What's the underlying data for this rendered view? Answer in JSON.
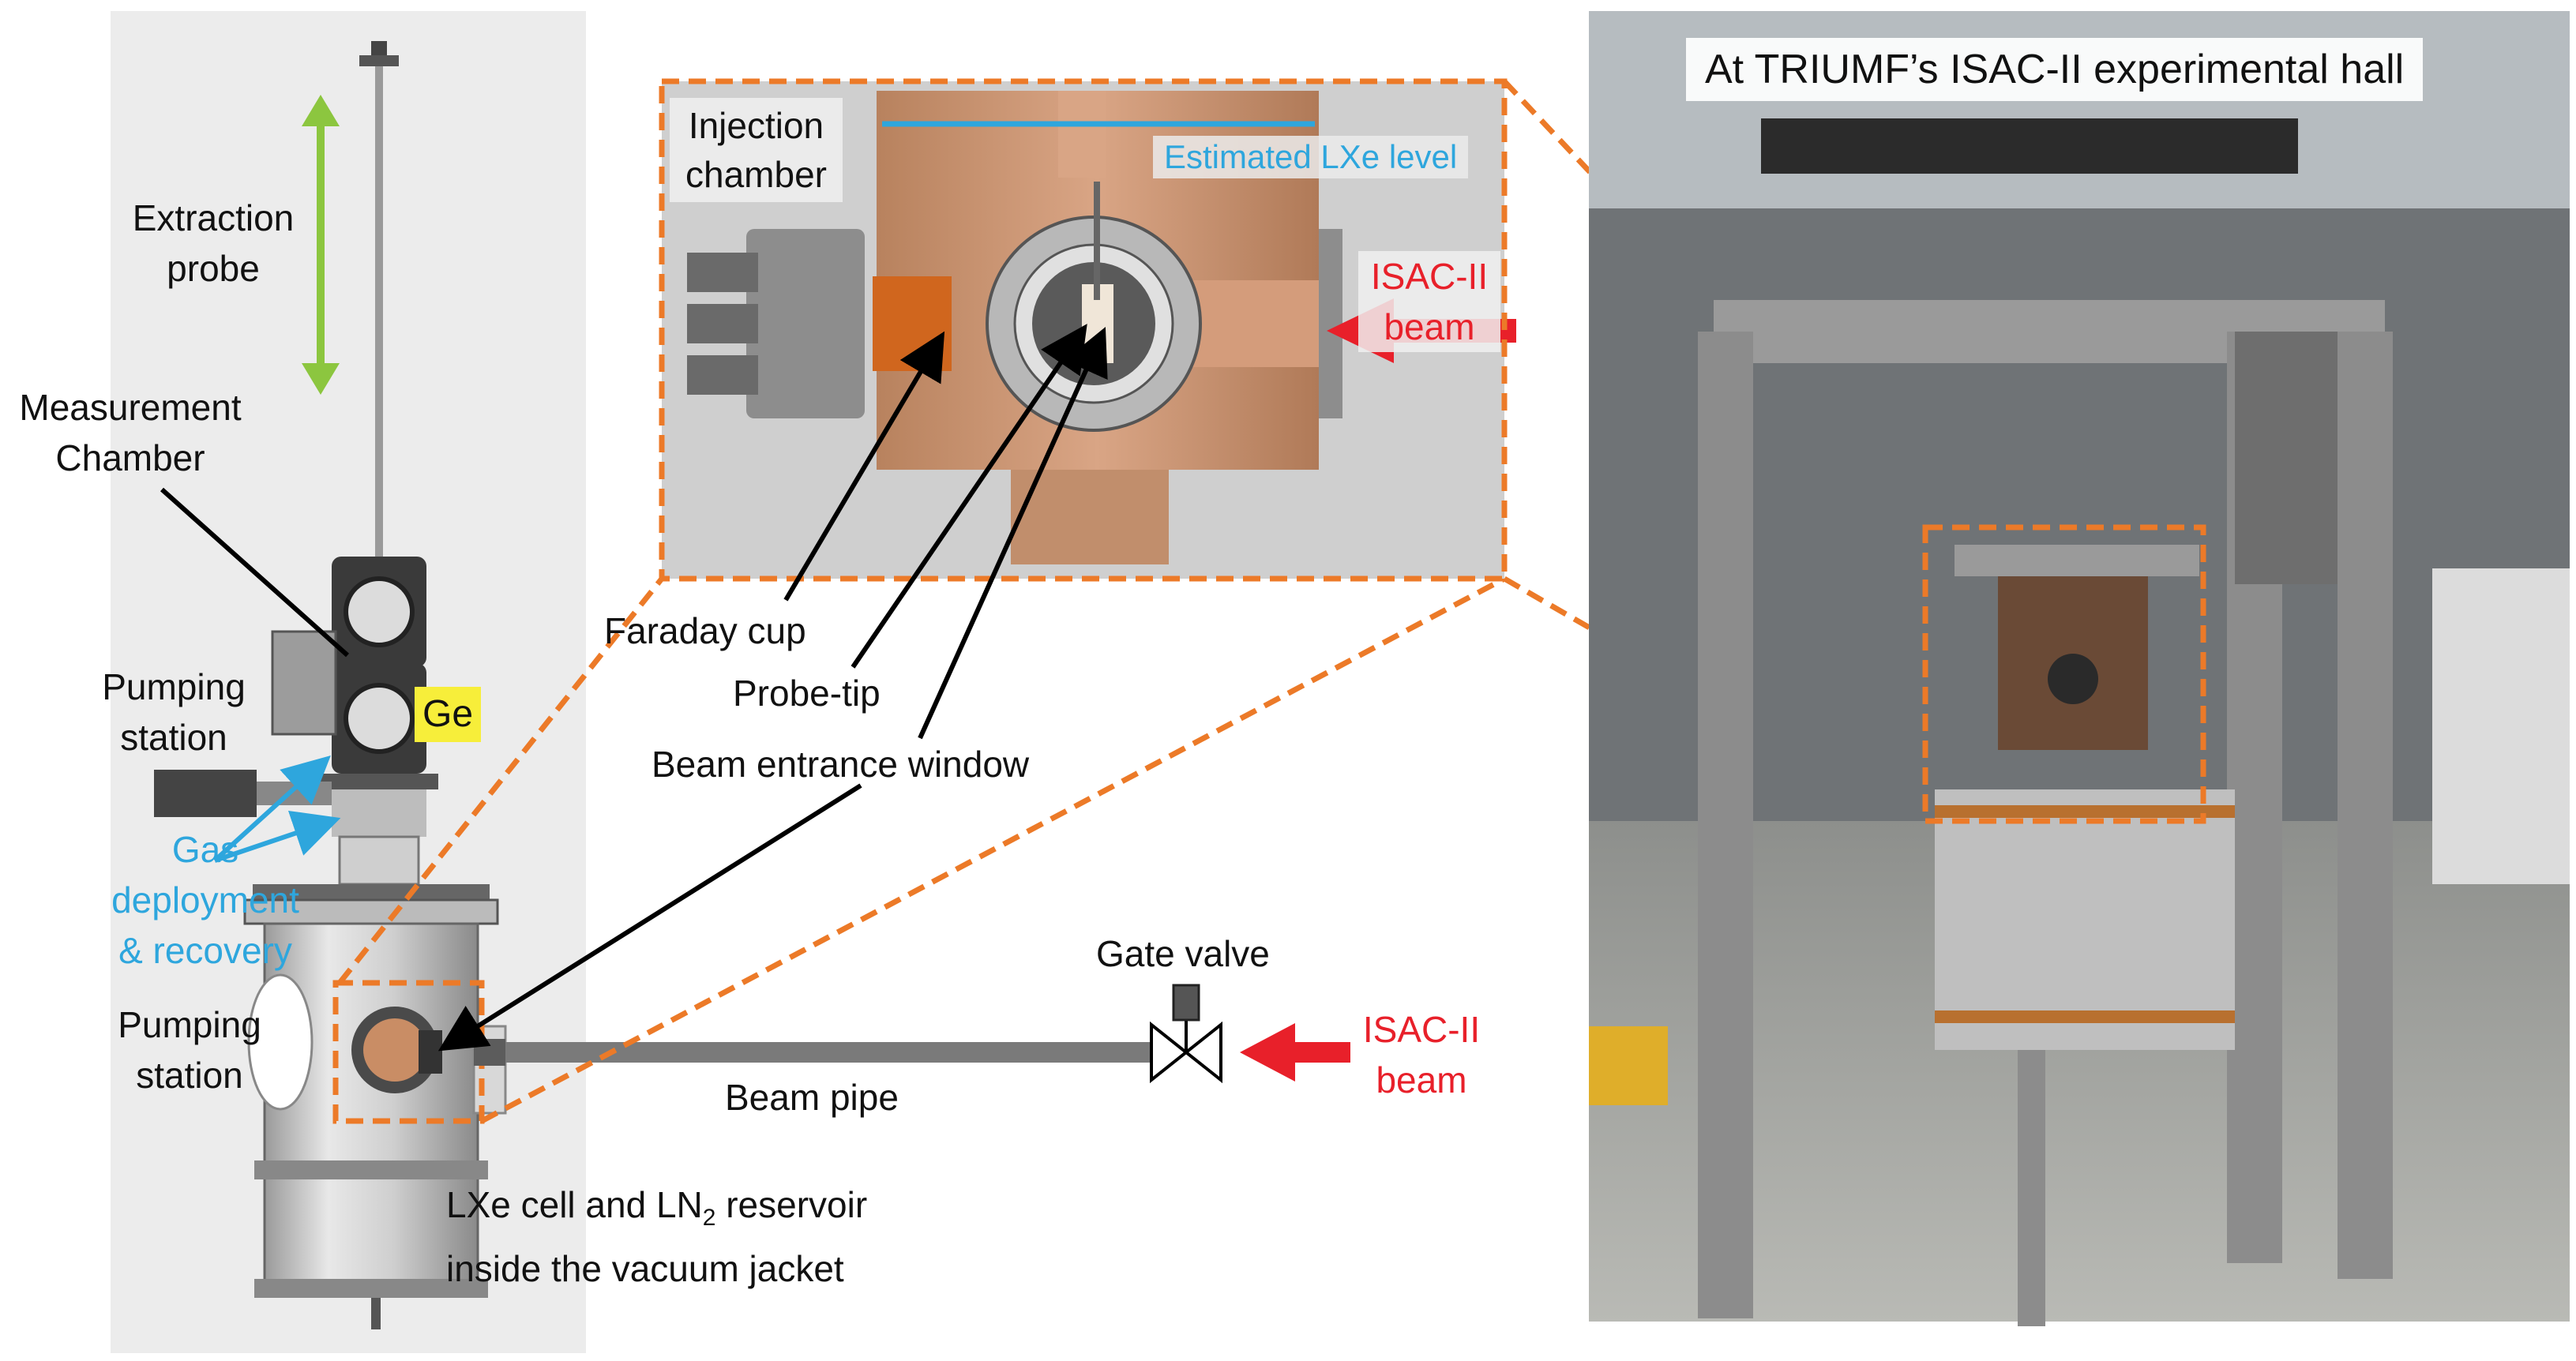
{
  "labels": {
    "extraction_probe": [
      "Extraction",
      "probe"
    ],
    "measurement_chamber": [
      "Measurement",
      "Chamber"
    ],
    "pumping_station_top": [
      "Pumping",
      "station"
    ],
    "ge": "Ge",
    "gas_deployment": [
      "Gas",
      "deployment",
      "& recovery"
    ],
    "pumping_station_bottom": [
      "Pumping",
      "station"
    ],
    "lxe_cell_line1_pre": "LXe cell and LN",
    "lxe_cell_line1_sub": "2",
    "lxe_cell_line1_post": " reservoir",
    "lxe_cell_line2": "inside the vacuum jacket",
    "beam_pipe": "Beam pipe",
    "gate_valve": "Gate valve",
    "isac_beam_bottom": [
      "ISAC-II",
      "beam"
    ],
    "injection_chamber": [
      "Injection",
      "chamber"
    ],
    "estimated_lxe_level": "Estimated LXe level",
    "isac_beam_inset": [
      "ISAC-II",
      "beam"
    ],
    "faraday_cup": "Faraday cup",
    "probe_tip": "Probe-tip",
    "beam_entrance_window": "Beam entrance window",
    "hall_title": "At TRIUMF’s ISAC-II experimental hall"
  },
  "colors": {
    "highlight_orange": "#ec7a28",
    "beam_red": "#e8202a",
    "gas_blue": "#2ea6dd",
    "probe_green": "#8cc63f",
    "ge_yellow": "#f7ee3a",
    "copper": "#c98d65"
  }
}
